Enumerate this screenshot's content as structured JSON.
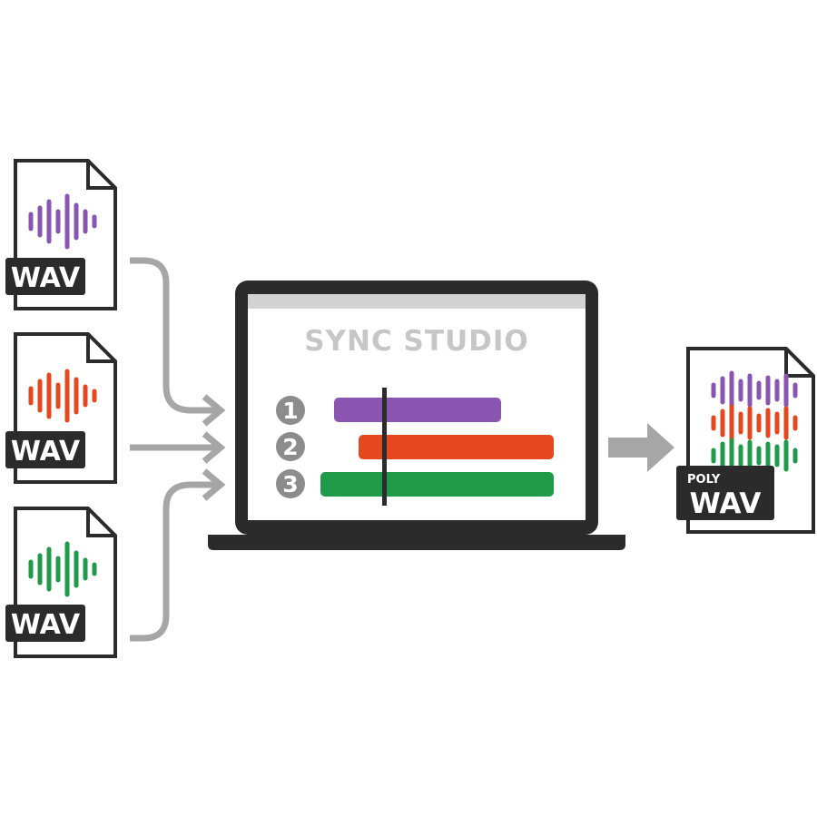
{
  "colors": {
    "purple": "#8a55b0",
    "orange": "#e5471f",
    "green": "#1e9a48",
    "dark": "#2b2b2b",
    "gray_arrow": "#a6a6a6",
    "title_gray": "#c6c6c6",
    "badge_gray": "#8c8c8c"
  },
  "inputs": [
    {
      "label": "WAV",
      "color": "#8a55b0",
      "icon": "waveform-icon"
    },
    {
      "label": "WAV",
      "color": "#e5471f",
      "icon": "waveform-icon"
    },
    {
      "label": "WAV",
      "color": "#1e9a48",
      "icon": "waveform-icon"
    }
  ],
  "app": {
    "title": "SYNC STUDIO",
    "tracks": [
      {
        "number": "1",
        "color": "#8a55b0"
      },
      {
        "number": "2",
        "color": "#e5471f"
      },
      {
        "number": "3",
        "color": "#1e9a48"
      }
    ]
  },
  "output": {
    "prefix": "POLY",
    "label": "WAV"
  }
}
